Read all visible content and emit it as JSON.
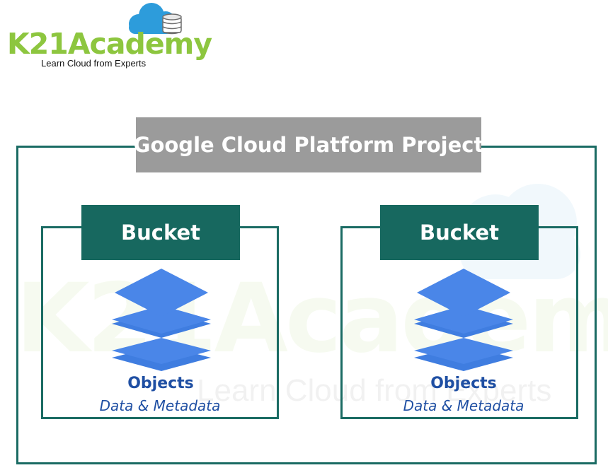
{
  "logo": {
    "wordmark": "K21Academy",
    "tagline": "Learn Cloud from Experts",
    "brand_green": "#8dc63f",
    "cloud_blue": "#2d9cdb"
  },
  "watermark": {
    "wordmark": "K21Academy",
    "tagline": "Learn Cloud from Experts"
  },
  "project": {
    "title": "Google Cloud Platform Project",
    "title_bg": "#9b9b9b",
    "frame_color": "#1a6b63"
  },
  "buckets": [
    {
      "label": "Bucket",
      "icon": "layers-icon",
      "objects_title": "Objects",
      "objects_subtitle": "Data & Metadata"
    },
    {
      "label": "Bucket",
      "icon": "layers-icon",
      "objects_title": "Objects",
      "objects_subtitle": "Data & Metadata"
    }
  ],
  "colors": {
    "bucket_bg": "#17685f",
    "layer_blue": "#4a86e8",
    "text_blue": "#1f4fa3"
  }
}
